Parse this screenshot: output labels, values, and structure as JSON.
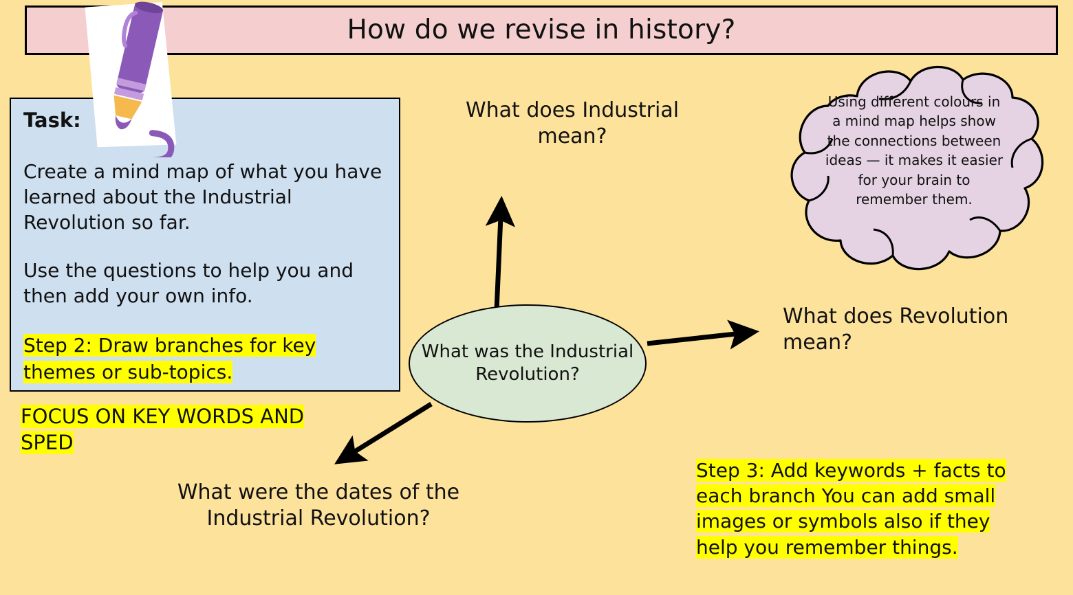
{
  "slide": {
    "title": "How do we revise in history?",
    "background_color": "#fce29b",
    "banner_color": "#f5cfcf",
    "task_box_color": "#cedff0",
    "oval_color": "#d9e8d2",
    "cloud_color": "#e5d2e2",
    "highlight_color": "#ffff00"
  },
  "task": {
    "heading": "Task:",
    "paragraph_1": "Create a mind map of what you have learned about the Industrial Revolution so far.",
    "paragraph_2": "Use the questions to help you and then add your own info.",
    "step_2": "Step 2: Draw branches for key themes or sub-topics."
  },
  "focus_note": "FOCUS ON KEY WORDS AND SPED",
  "mindmap": {
    "center": "What was the Industrial Revolution?",
    "branch_top": "What does Industrial mean?",
    "branch_right": "What does Revolution mean?",
    "branch_bottom_left": "What were the dates of the Industrial Revolution?"
  },
  "thought_cloud": {
    "text": "Using different colours in a mind map helps show the connections between ideas — it makes it easier for  your brain to remember them."
  },
  "step3_note": "Step 3: Add keywords + facts to each branch You can add small images or symbols also if they help you remember things.",
  "icons": {
    "pen": "purple-marker-pen-icon",
    "paper": "white-paper-sheet-icon",
    "squiggle": "purple-squiggle-icon",
    "arrow_up": "arrow-up-icon",
    "arrow_right": "arrow-right-icon",
    "arrow_down_left": "arrow-down-left-icon"
  }
}
